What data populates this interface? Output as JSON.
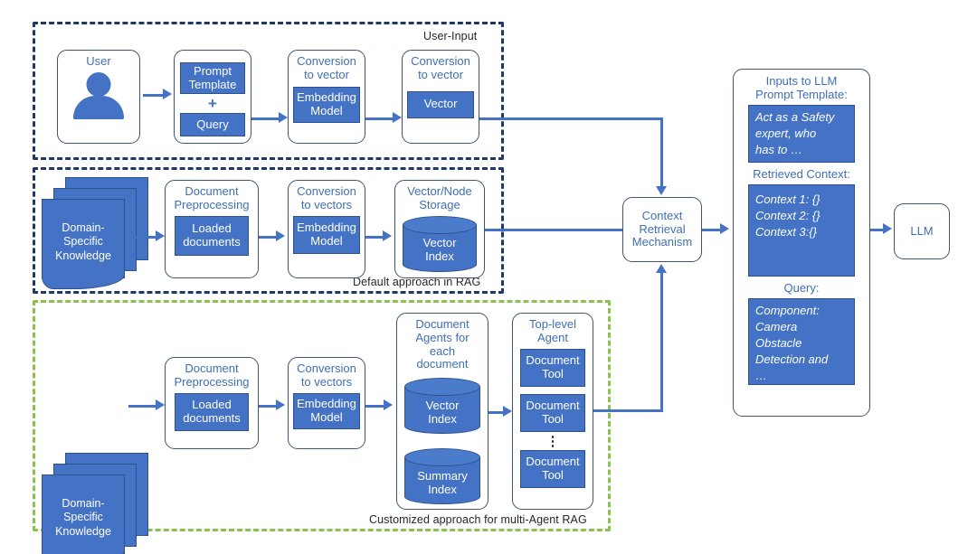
{
  "diagram": {
    "title": "Multi-Agent RAG architecture",
    "colors": {
      "blue_fill": "#4472c4",
      "blue_stroke": "#2f528f",
      "blue_text": "#3f6fb5",
      "navy_dash": "#1f3864",
      "green_dash": "#8cc152",
      "card_stroke": "#41546e",
      "white": "#ffffff"
    }
  },
  "groups": {
    "user_input": {
      "label": "User-Input"
    },
    "default_rag": {
      "label": "Default approach in RAG"
    },
    "multi_agent": {
      "label": "Customized approach for multi-Agent RAG"
    }
  },
  "row_user": {
    "user_card": {
      "title": "User",
      "icon": "user-avatar-icon"
    },
    "prompt_card": {
      "prompt_template": "Prompt\nTemplate",
      "plus": "+",
      "query": "Query"
    },
    "conversion_card": {
      "title": "Conversion\nto vector",
      "embedding_model": "Embedding\nModel"
    },
    "vector_card": {
      "title": "Conversion\nto vector",
      "vector": "Vector"
    }
  },
  "row_default": {
    "knowledge": "Domain-\nSpecific\nKnowledge",
    "preprocess_card": {
      "title": "Document\nPreprocessing",
      "loaded_documents": "Loaded\ndocuments"
    },
    "conversion_card": {
      "title": "Conversion\nto vectors",
      "embedding_model": "Embedding\nModel"
    },
    "storage_card": {
      "title": "Vector/Node\nStorage",
      "vector_index": "Vector\nIndex"
    }
  },
  "row_agent": {
    "knowledge": "Domain-\nSpecific\nKnowledge",
    "preprocess_card": {
      "title": "Document\nPreprocessing",
      "loaded_documents": "Loaded\ndocuments"
    },
    "conversion_card": {
      "title": "Conversion\nto vectors",
      "embedding_model": "Embedding\nModel"
    },
    "doc_agents_card": {
      "title": "Document\nAgents for\neach\ndocument",
      "vector_index": "Vector\nIndex",
      "summary_index": "Summary\nIndex"
    },
    "top_agent_card": {
      "title": "Top-level\nAgent",
      "tool_1": "Document\nTool",
      "tool_2": "Document\nTool",
      "ellipsis": "⋮",
      "tool_3": "Document\nTool"
    }
  },
  "retrieval": {
    "title": "Context\nRetrieval\nMechanism"
  },
  "inputs_to_llm": {
    "heading_line1": "Inputs to LLM",
    "heading_line2": "Prompt Template:",
    "prompt_text": "Act as a Safety\nexpert,        who\nhas to …",
    "retrieved_context_label": "Retrieved Context:",
    "context_text": "Context 1: {}\nContext 2: {}\nContext 3:{}",
    "query_label": "Query:",
    "query_text": "Component:\nCamera\nObstacle\nDetection    and\n…"
  },
  "llm": {
    "label": "LLM"
  }
}
